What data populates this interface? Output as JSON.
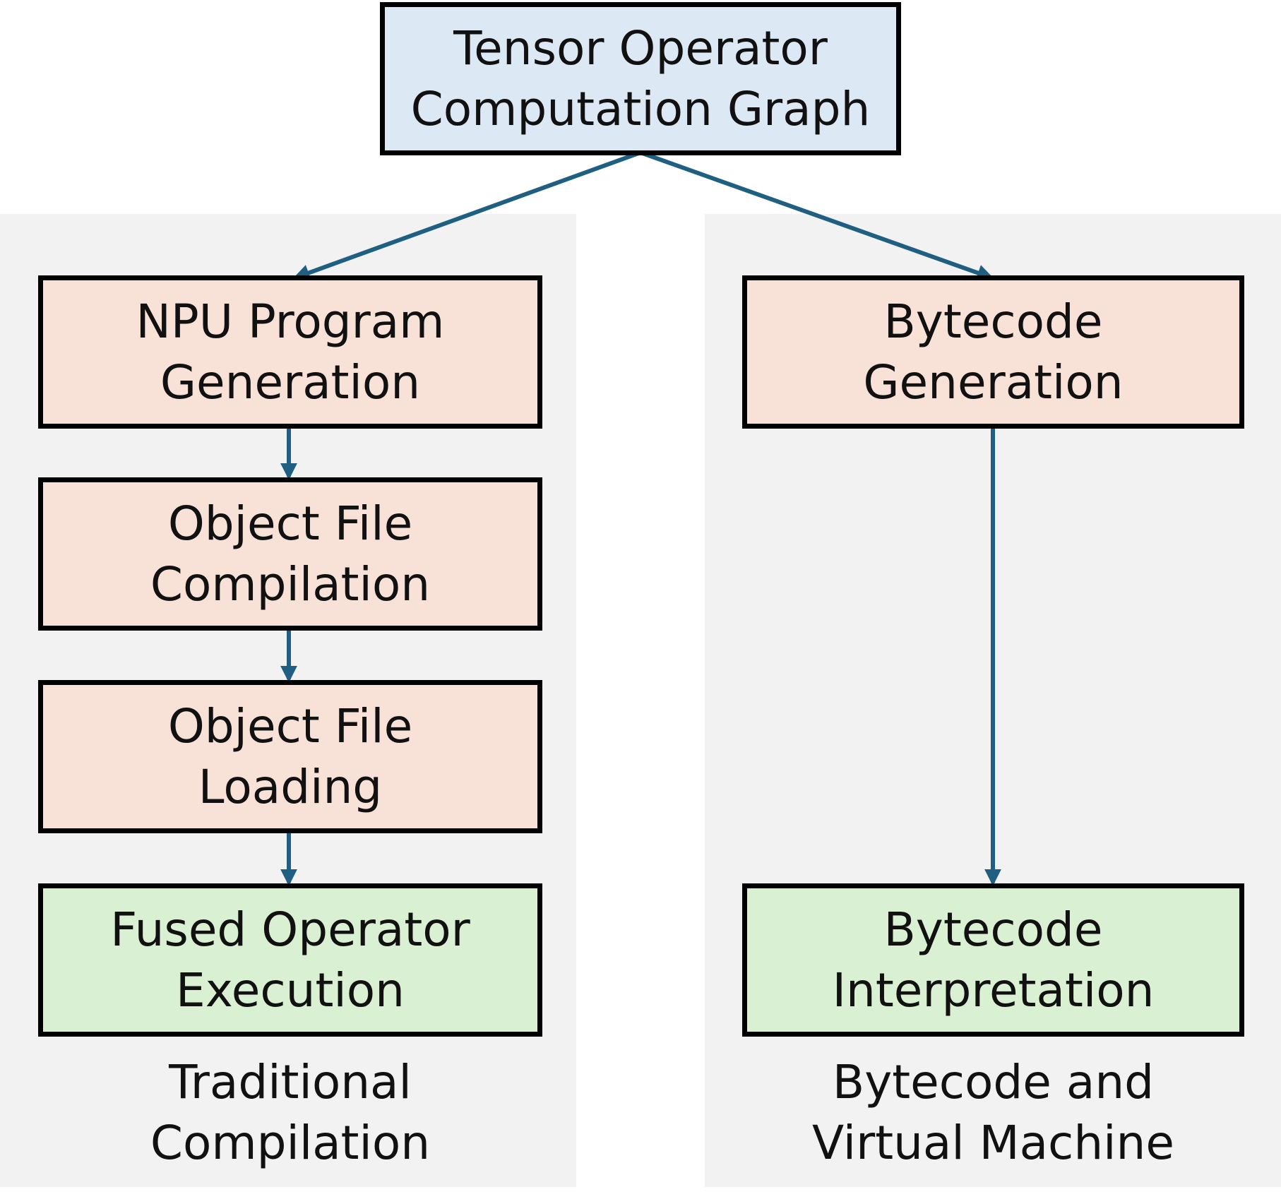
{
  "top": {
    "line1": "Tensor Operator",
    "line2": "Computation Graph"
  },
  "left": {
    "steps": [
      {
        "line1": "NPU Program",
        "line2": "Generation"
      },
      {
        "line1": "Object File",
        "line2": "Compilation"
      },
      {
        "line1": "Object File",
        "line2": "Loading"
      }
    ],
    "end": {
      "line1": "Fused Operator",
      "line2": "Execution"
    },
    "caption": {
      "line1": "Traditional",
      "line2": "Compilation"
    }
  },
  "right": {
    "step": {
      "line1": "Bytecode",
      "line2": "Generation"
    },
    "end": {
      "line1": "Bytecode",
      "line2": "Interpretation"
    },
    "caption": {
      "line1": "Bytecode and",
      "line2": "Virtual Machine"
    }
  },
  "colors": {
    "arrow": "#1f5f82",
    "top_fill": "#dde8f5",
    "step_fill": "#f8e2d8",
    "end_fill": "#daf0d2",
    "panel_fill": "#f2f2f2"
  }
}
